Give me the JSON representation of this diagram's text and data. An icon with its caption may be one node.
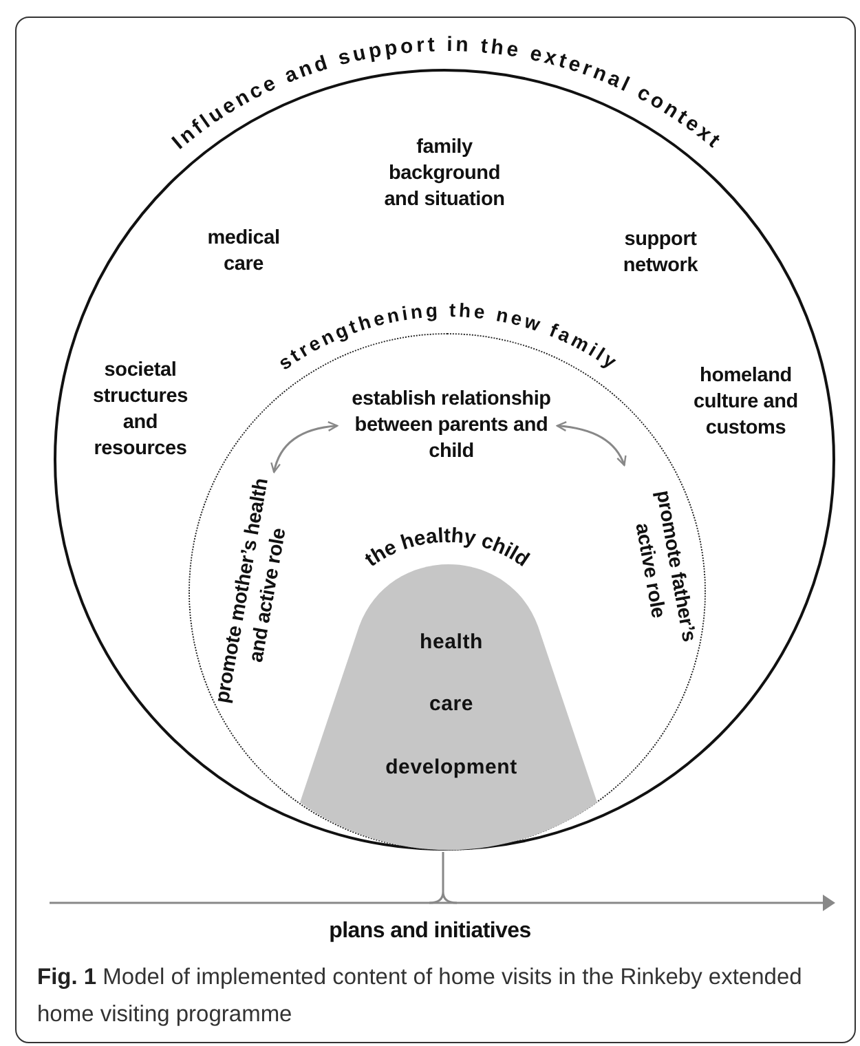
{
  "diagram": {
    "caption": "**Fig. 1** Model of implemented content of home visits in the Rinkeby extended home visiting programme",
    "nodes": [
      {
        "text": [
          "Influence and support in the external context",
          "family background and situation",
          "medical care",
          "support network",
          "societal structures and resources",
          "homeland culture and customs"
        ]
      },
      {
        "text": [
          "strengthening the new family"
        ],
        "in": 0
      },
      {
        "text": [
          "establish relationship between parents and child"
        ],
        "in": 1
      },
      {
        "text": [
          "promote mother’s health and active role"
        ],
        "in": 1
      },
      {
        "text": [
          "promote father’s active role"
        ],
        "in": 1
      },
      {
        "text": [
          "the healthy child",
          "health",
          "care",
          "development"
        ],
        "in": 1
      }
    ],
    "edges": [
      {
        "from": 2,
        "to": 3,
        "arrow": "both"
      },
      {
        "from": 2,
        "to": 4,
        "arrow": "both"
      }
    ],
    "labels": [
      "plans and initiatives"
    ]
  }
}
